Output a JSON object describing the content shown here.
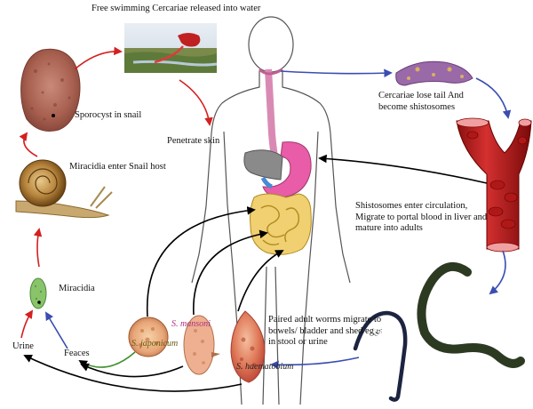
{
  "labels": {
    "free_swimming": "Free swimming Cercariae released into water",
    "sporocyst": "Sporocyst in snail",
    "penetrate": "Penetrate skin",
    "miracidia_enter": "Miracidia enter Snail host",
    "miracidia": "Miracidia",
    "urine": "Urine",
    "feaces": "Feaces",
    "cercariae_lose": "Cercariae lose tail And become shistosomes",
    "enter_circulation": "Shistosomes enter circulation, Migrate to portal blood in liver and mature into adults",
    "paired_adult": "Paired adult worms migrate to bowels/ bladder and shed eggs in stool or urine",
    "s_japonicum": "S. japonicum",
    "s_mansoni": "S. mansoni",
    "s_haematobium": "S. haematobium",
    "male_symbol": "♂",
    "female_symbol": "♀"
  },
  "colors": {
    "red_arrow": "#d42020",
    "blue_arrow": "#3a4db0",
    "black_arrow": "#000000",
    "green_arrow": "#3f8f2f",
    "s_mansoni_label": "#b03080",
    "s_japonicum_label": "#6a5a10",
    "s_haematobium_label": "#222222"
  }
}
